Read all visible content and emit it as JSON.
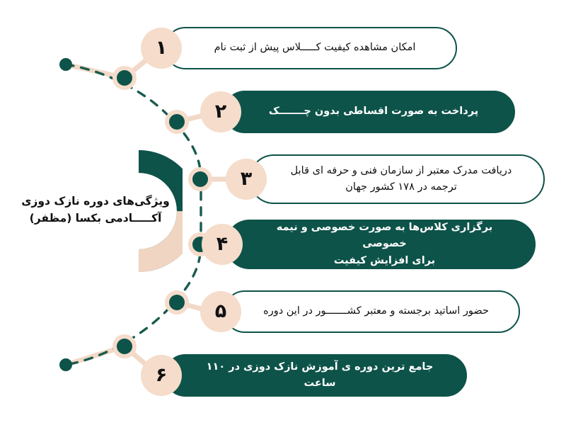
{
  "colors": {
    "dark_green": "#0d5349",
    "peach": "#f5dccb",
    "white": "#ffffff",
    "text_dark": "#111111"
  },
  "title": {
    "line1": "ویژگی‌های دوره نازک دوزی",
    "line2": "آکـــــادمی بکسا (مظفر)"
  },
  "rows": [
    {
      "number": "۱",
      "style": "outline",
      "lines": [
        "امکان مشاهده کیفیت کـــــلاس پیش از ثبت نام"
      ]
    },
    {
      "number": "۲",
      "style": "filled",
      "lines": [
        "پرداخت به صورت اقساطی بدون چـــــــک"
      ]
    },
    {
      "number": "۳",
      "style": "outline",
      "lines": [
        "دریافت مدرک معتبر از سازمان فنی و حرفه ای قابل",
        "ترجمه در ۱۷۸ کشور جهان"
      ]
    },
    {
      "number": "۴",
      "style": "filled",
      "lines": [
        "برگزاری کلاس‌ها به صورت خصوصی و نیمه خصوصی",
        "برای افزایش کیفیت"
      ]
    },
    {
      "number": "۵",
      "style": "outline",
      "lines": [
        "حضور اساتید برجسته و معتبر کشـــــــور در این دوره"
      ]
    },
    {
      "number": "۶",
      "style": "filled",
      "lines": [
        "جامع ترین دوره ی آموزش نازک دوزی در ۱۱۰ ساعت"
      ]
    }
  ]
}
